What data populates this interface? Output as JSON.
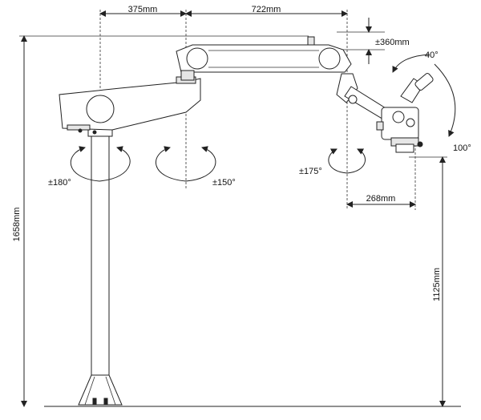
{
  "dimensions": {
    "arm1_length": "375mm",
    "arm2_length": "722mm",
    "vertical_travel": "±360mm",
    "total_height": "1658mm",
    "working_height": "1125mm",
    "offset": "268mm"
  },
  "rotations": {
    "stand": "±180°",
    "arm_joint": "±150°",
    "head_joint": "±175°",
    "tilt_up": "40°",
    "tilt_down": "100°"
  }
}
